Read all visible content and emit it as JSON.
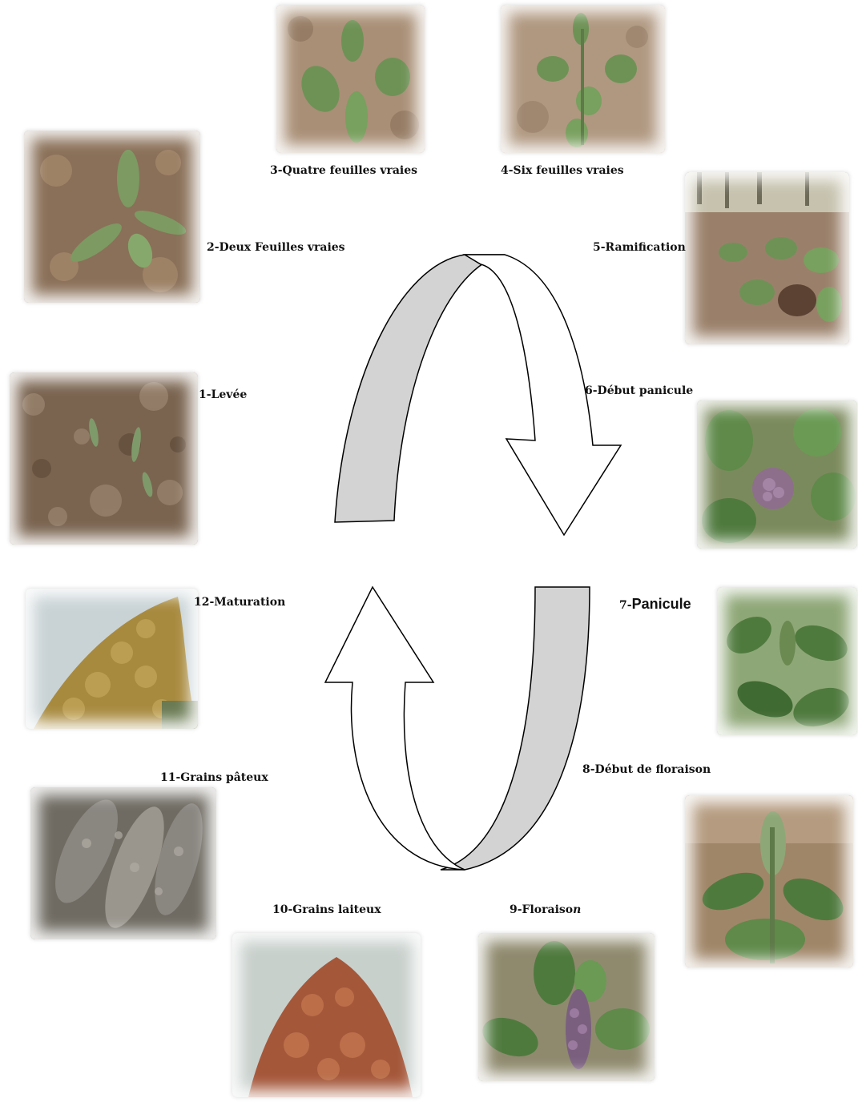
{
  "stages": [
    {
      "id": 1,
      "label": "1-Levée"
    },
    {
      "id": 2,
      "label": "2-Deux Feuilles vraies"
    },
    {
      "id": 3,
      "label": "3-Quatre feuilles vraies"
    },
    {
      "id": 4,
      "label": "4-Six feuilles vraies"
    },
    {
      "id": 5,
      "label": "5-Ramification"
    },
    {
      "id": 6,
      "label": "6-Début panicule"
    },
    {
      "id": 7,
      "prefix": "7-",
      "main": "Panicule"
    },
    {
      "id": 8,
      "label": "8-Début de floraison"
    },
    {
      "id": 9,
      "prefix": "9-Floraiso",
      "suffix": "n"
    },
    {
      "id": 10,
      "label": "10-Grains laiteux"
    },
    {
      "id": 11,
      "label": "11-Grains pâteux"
    },
    {
      "id": 12,
      "label": "12-Maturation"
    }
  ],
  "colors": {
    "arrow_fill_gray": "#d3d3d3",
    "arrow_fill_white": "#ffffff",
    "arrow_stroke": "#000000",
    "soil_dark": "#6b5440",
    "soil_light": "#a88f74",
    "leaf_green": "#6f9a5a",
    "leaf_dark": "#3f6b3a",
    "panicle_purple": "#8a6f8c",
    "grain_gold": "#a88a3e",
    "grain_red": "#a5573a",
    "grain_gray": "#8a8680",
    "sky": "#c9d3d6"
  }
}
